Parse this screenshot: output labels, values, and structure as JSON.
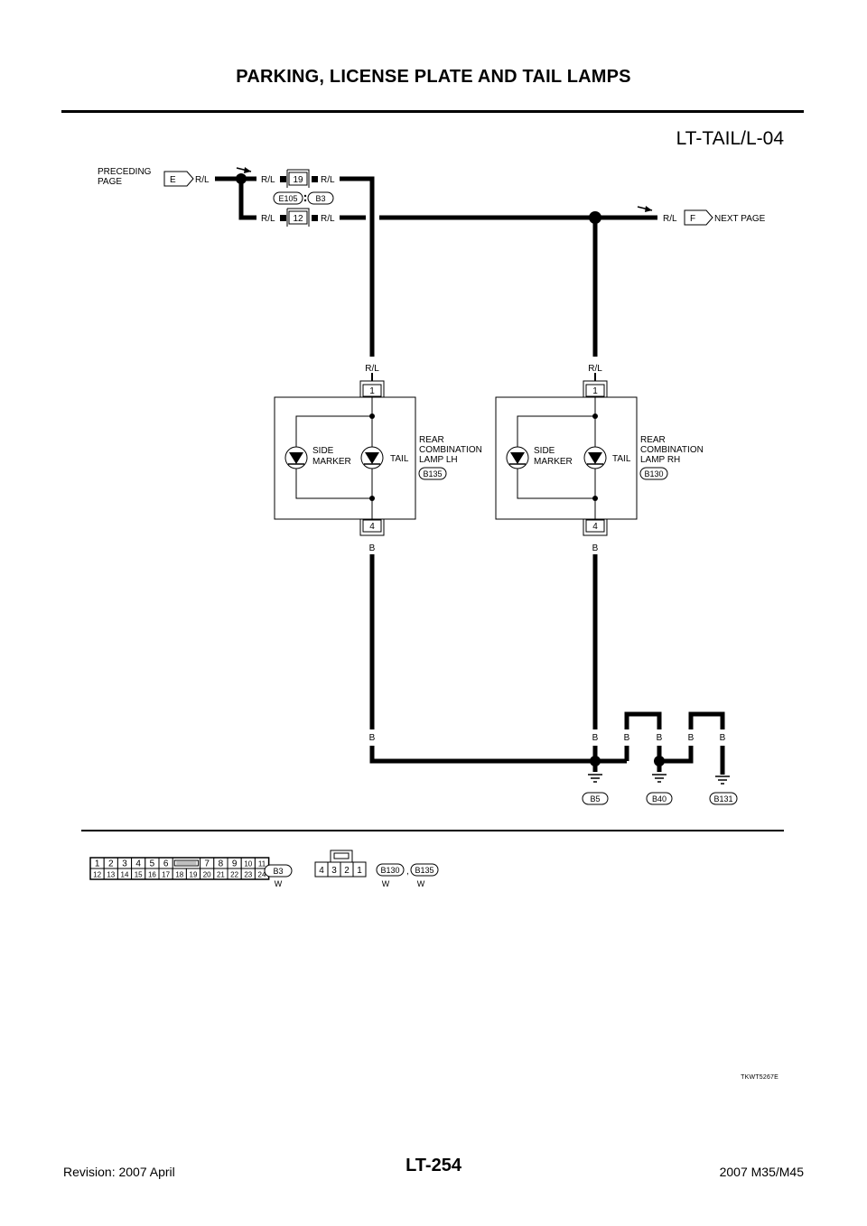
{
  "header": {
    "title": "PARKING, LICENSE PLATE AND TAIL LAMPS",
    "diagram_id": "LT-TAIL/L-04"
  },
  "offpage": {
    "preceding_label_1": "PRECEDING",
    "preceding_label_2": "PAGE",
    "preceding_connector": "E",
    "next_label": "NEXT PAGE",
    "next_connector": "F"
  },
  "wire_colors": {
    "rl": "R/L",
    "b": "B"
  },
  "connectors": {
    "joint_left": "E105",
    "joint_right": "B3",
    "pin_upper": "19",
    "pin_lower": "12",
    "lamp_pin_in": "1",
    "lamp_pin_out": "4"
  },
  "lamps": {
    "left": {
      "side_marker_1": "SIDE",
      "side_marker_2": "MARKER",
      "tail": "TAIL",
      "name_1": "REAR",
      "name_2": "COMBINATION",
      "name_3": "LAMP LH",
      "connector": "B135"
    },
    "right": {
      "side_marker_1": "SIDE",
      "side_marker_2": "MARKER",
      "tail": "TAIL",
      "name_1": "REAR",
      "name_2": "COMBINATION",
      "name_3": "LAMP RH",
      "connector": "B130"
    }
  },
  "grounds": [
    "B5",
    "B40",
    "B131"
  ],
  "connector_views": {
    "b3_top_pins": [
      "1",
      "2",
      "3",
      "4",
      "5",
      "6",
      "7",
      "8",
      "9",
      "10",
      "11"
    ],
    "b3_bottom_pins": [
      "12",
      "13",
      "14",
      "15",
      "16",
      "17",
      "18",
      "19",
      "20",
      "21",
      "22",
      "23",
      "24"
    ],
    "b3_label": "B3",
    "b3_color": "W",
    "lamp_pins": [
      "4",
      "3",
      "2",
      "1"
    ],
    "lamp_conn_1": "B130",
    "lamp_conn_sep": ",",
    "lamp_conn_2": "B135",
    "lamp_color_1": "W",
    "lamp_color_2": "W"
  },
  "figure_code": "TKWT5267E",
  "footer": {
    "revision": "Revision: 2007 April",
    "page": "LT-254",
    "model": "2007 M35/M45"
  }
}
